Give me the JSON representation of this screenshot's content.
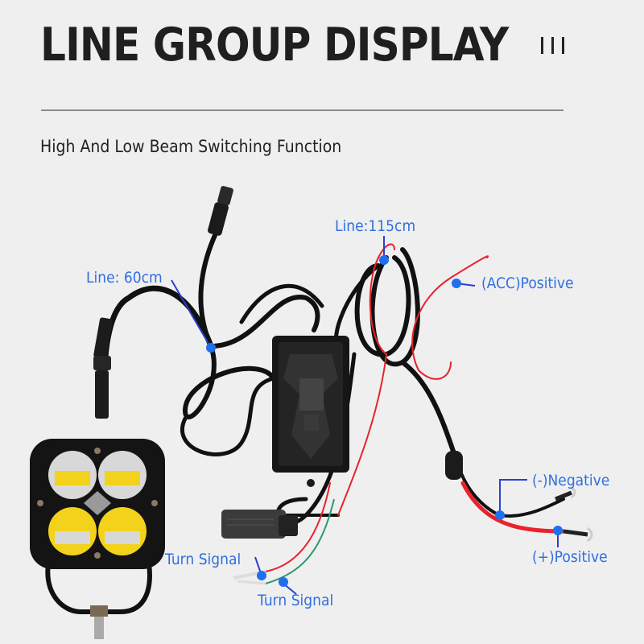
{
  "header": {
    "title": "LINE GROUP DISPLAY",
    "decor_bars": 3,
    "subtitle": "High And Low Beam Switching Function"
  },
  "annotations": {
    "line_60": "Line: 60cm",
    "line_115": "Line:115cm",
    "acc_positive": "(ACC)Positive",
    "negative": "(-)Negative",
    "positive": "(+)Positive",
    "turn_signal_1": "Turn Signal",
    "turn_signal_2": "Turn Signal"
  },
  "colors": {
    "background": "#efefef",
    "title_text": "#1f1f1f",
    "annotation_blue": "#2f6fe0",
    "callout_line": "#2b3fd0",
    "wire_red": "#e8232b",
    "wire_black": "#111111",
    "wire_green": "#2a9a6a",
    "led_yellow": "#f2d21a"
  },
  "product": {
    "components": [
      "LED work light (4-lens)",
      "controller box",
      "beam switch",
      "wiring harness"
    ]
  }
}
